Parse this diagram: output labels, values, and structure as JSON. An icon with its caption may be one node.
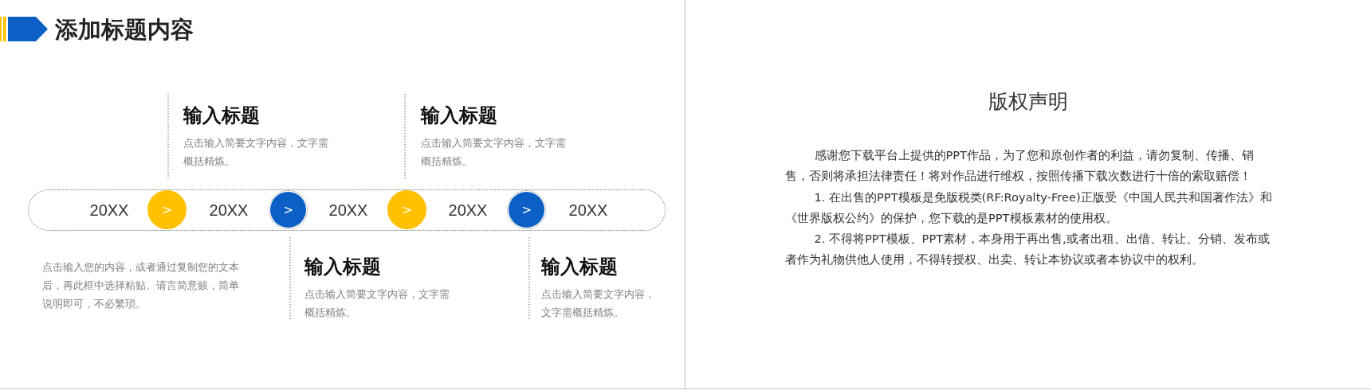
{
  "diagram": {
    "title": "添加标题内容",
    "nodes": [
      {
        "text": [
          "20XX",
          "20XX",
          "20XX",
          "20XX",
          "20XX"
        ]
      },
      {
        "text": [
          ">"
        ],
        "in": 0
      },
      {
        "text": [
          ">"
        ],
        "in": 0
      },
      {
        "text": [
          ">"
        ],
        "in": 0
      },
      {
        "text": [
          ">"
        ],
        "in": 0
      }
    ],
    "labels": [
      "输入标题",
      "点击输入简要文字内容，文字需概括精炼。",
      "输入标题",
      "点击输入简要文字内容，文字需概括精炼。",
      "点击输入您的内容，或者通过复制您的文本后，再此框中选择粘贴。请言简意赅，简单说明即可，不必繁琐。",
      "输入标题",
      "点击输入简要文字内容，文字需概括精炼。",
      "输入标题",
      "点击输入简要文字内容，文字需概括精炼。",
      "版权声明",
      "感谢您下载平台上提供的PPT作品，为了您和原创作者的利益，请勿复制、传播、销售，否则将承担法律责任！将对作品进行维权，按照传播下载次数进行十倍的索取赔偿！",
      "1. 在出售的PPT模板是免版税类(RF:Royalty-Free)正版受《中国人民共和国著作法》和《世界版权公约》的保护，您下载的是PPT模板素材的使用权。",
      "2. 不得将PPT模板、PPT素材，本身用于再出售,或者出租、出借、转让、分销、发布或者作为礼物供他人使用，不得转授权、出卖、转让本协议或者本协议中的权利。"
    ]
  }
}
